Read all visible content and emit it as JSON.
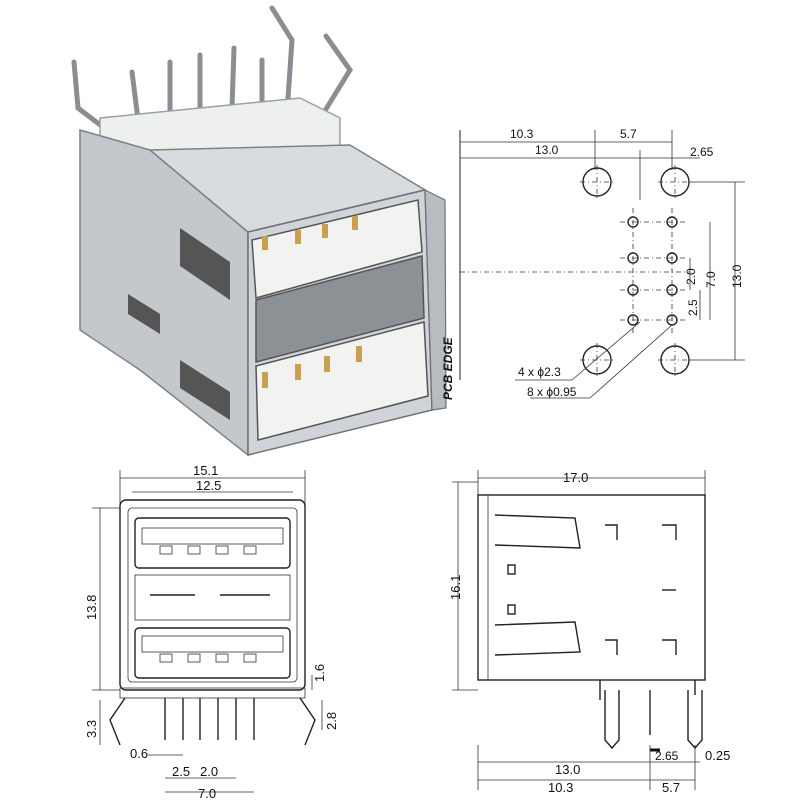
{
  "title": "",
  "pcb_layout": {
    "dims_top": [
      "10.3",
      "5.7",
      "13.0",
      "2.65"
    ],
    "dims_right": [
      "2.0",
      "7.0",
      "13.0",
      "2.5"
    ],
    "pcb_edge_label": "PCB EDGE",
    "hole_labels": [
      "4 x ϕ2.3",
      "8 x ϕ0.95"
    ]
  },
  "front_view": {
    "dims": [
      "15.1",
      "12.5",
      "13.8",
      "1.6",
      "3.3",
      "2.8",
      "0.6",
      "2.5",
      "2.0",
      "7.0"
    ]
  },
  "side_view": {
    "dims": [
      "17.0",
      "16.1",
      "13.0",
      "10.3",
      "2.65",
      "5.7",
      "0.25"
    ]
  },
  "colors": {
    "line": "#222222",
    "housing": "#c8ccd0",
    "insulator": "#e8ebe8",
    "contact": "#c8a050"
  }
}
